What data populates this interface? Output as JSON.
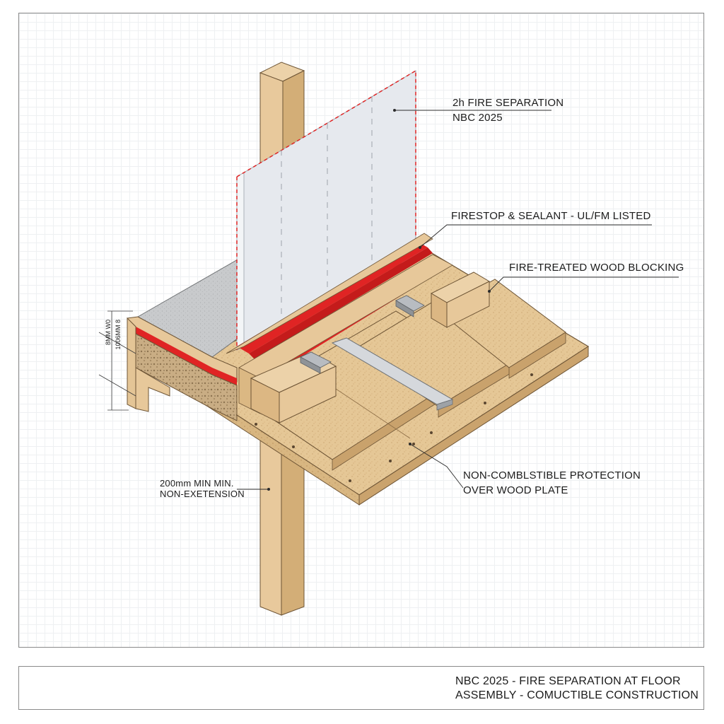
{
  "labels": {
    "fire_separation": [
      "2h FIRE SEPARATION",
      "NBC 2025"
    ],
    "firestop": "FIRESTOP & SEALANT - UL/FM LISTED",
    "blocking": "FIRE-TREATED WOOD BLOCKING",
    "non_combustible": [
      "NON-COMBLSTIBLE PROTECTION",
      "OVER WOOD PLATE"
    ],
    "extension": [
      "200mm MIN MIN.",
      "NON-EXETENSION"
    ],
    "vertical_dims": [
      "8MM W0",
      "1006MM 8"
    ]
  },
  "title_block": {
    "line1": "NBC 2025 - FIRE SEPARATION AT FLOOR",
    "line2": "ASSEMBLY - COMUCTIBLE CONSTRUCTION"
  },
  "colors": {
    "wood": "#e6c79a",
    "wood_dark": "#c9a571",
    "osb": "#e3c493",
    "gypsum": "#e4e7ec",
    "concrete": "#c5c7c9",
    "sealant_red": "#e02424",
    "steel": "#a9adb2"
  }
}
